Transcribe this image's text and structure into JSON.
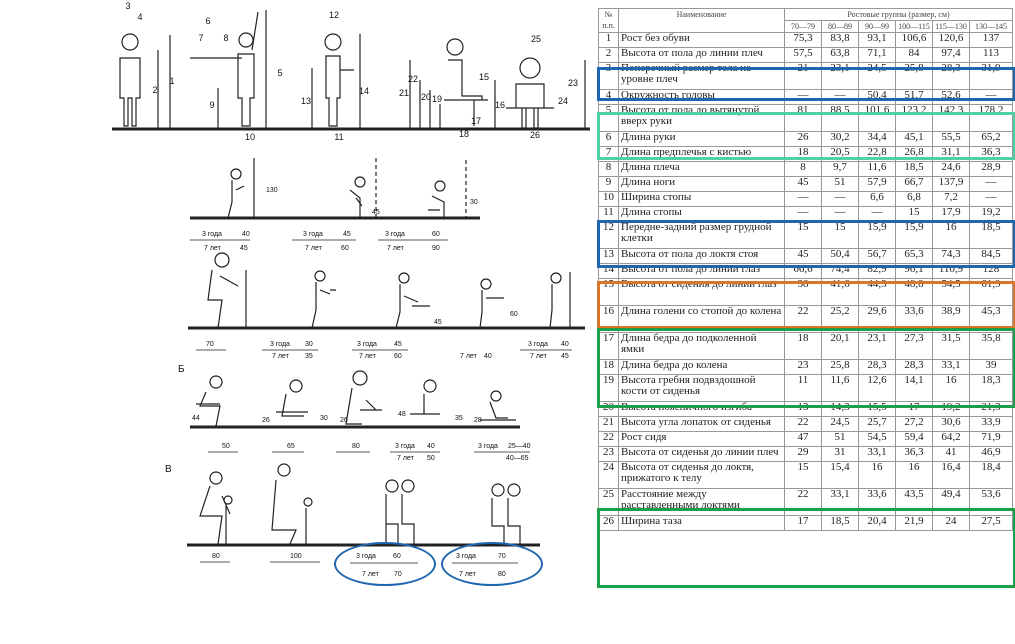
{
  "table": {
    "head_no": "№ п.п.",
    "head_name": "Наименование",
    "head_group": "Ростовые группы (размер, см)",
    "groups": [
      "70—79",
      "80—89",
      "90—99",
      "100—115",
      "115—130",
      "130—145"
    ],
    "rows": [
      {
        "n": "1",
        "name": "Рост без обуви",
        "v": [
          "75,3",
          "83,8",
          "93,1",
          "106,6",
          "120,6",
          "137"
        ]
      },
      {
        "n": "2",
        "name": "Высота от пола до линии плеч",
        "v": [
          "57,5",
          "63,8",
          "71,1",
          "84",
          "97,4",
          "113"
        ]
      },
      {
        "n": "3",
        "name": "Поперечный размер тела на уровне плеч",
        "v": [
          "21",
          "23,1",
          "24,5",
          "25,8",
          "28,3",
          "31,9"
        ]
      },
      {
        "n": "4",
        "name": "Окружность головы",
        "v": [
          "—",
          "—",
          "50,4",
          "51,7",
          "52,6",
          "—"
        ]
      },
      {
        "n": "5",
        "name": "Высота от пола до вытянутой вверх руки",
        "v": [
          "81",
          "88,5",
          "101,6",
          "123,2",
          "142,3",
          "178,2"
        ]
      },
      {
        "n": "6",
        "name": "Длина руки",
        "v": [
          "26",
          "30,2",
          "34,4",
          "45,1",
          "55,5",
          "65,2"
        ]
      },
      {
        "n": "7",
        "name": "Длина предплечья с кистью",
        "v": [
          "18",
          "20,5",
          "22,8",
          "26,8",
          "31,1",
          "36,3"
        ]
      },
      {
        "n": "8",
        "name": "Длина плеча",
        "v": [
          "8",
          "9,7",
          "11,6",
          "18,5",
          "24,6",
          "28,9"
        ]
      },
      {
        "n": "9",
        "name": "Длина ноги",
        "v": [
          "45",
          "51",
          "57,9",
          "66,7",
          "137,9",
          "—"
        ]
      },
      {
        "n": "10",
        "name": "Ширина стопы",
        "v": [
          "—",
          "—",
          "6,6",
          "6,8",
          "7,2",
          "—"
        ]
      },
      {
        "n": "11",
        "name": "Длина стопы",
        "v": [
          "—",
          "—",
          "—",
          "15",
          "17,9",
          "19,2"
        ]
      },
      {
        "n": "12",
        "name": "Передне-задний размер грудной клетки",
        "v": [
          "15",
          "15",
          "15,9",
          "15,9",
          "16",
          "18,5"
        ]
      },
      {
        "n": "13",
        "name": "Высота от пола до локтя стоя",
        "v": [
          "45",
          "50,4",
          "56,7",
          "65,3",
          "74,3",
          "84,5"
        ]
      },
      {
        "n": "14",
        "name": "Высота от пола до линии глаз",
        "v": [
          "66,6",
          "74,4",
          "82,9",
          "96,1",
          "110,9",
          "128"
        ]
      },
      {
        "n": "15",
        "name": "Высота от сидения до линии глаз",
        "v": [
          "38",
          "41,6",
          "44,3",
          "48,8",
          "54,5",
          "61,9"
        ]
      },
      {
        "n": "16",
        "name": "Длина голени со стопой до колена",
        "v": [
          "22",
          "25,2",
          "29,6",
          "33,6",
          "38,9",
          "45,3"
        ]
      },
      {
        "n": "17",
        "name": "Длина бедра до подколенной ямки",
        "v": [
          "18",
          "20,1",
          "23,1",
          "27,3",
          "31,5",
          "35,8"
        ]
      },
      {
        "n": "18",
        "name": "Длина бедра до колена",
        "v": [
          "23",
          "25,8",
          "28,3",
          "28,3",
          "33,1",
          "39"
        ]
      },
      {
        "n": "19",
        "name": "Высота гребня подвздошной кости от сиденья",
        "v": [
          "11",
          "11,6",
          "12,6",
          "14,1",
          "16",
          "18,3"
        ]
      },
      {
        "n": "20",
        "name": "Высота поясничного изгиба",
        "v": [
          "13",
          "14,3",
          "15,5",
          "17",
          "19,2",
          "21,3"
        ]
      },
      {
        "n": "21",
        "name": "Высота угла лопаток от сиденья",
        "v": [
          "22",
          "24,5",
          "25,7",
          "27,2",
          "30,6",
          "33,9"
        ]
      },
      {
        "n": "22",
        "name": "Рост сидя",
        "v": [
          "47",
          "51",
          "54,5",
          "59,4",
          "64,2",
          "71,9"
        ]
      },
      {
        "n": "23",
        "name": "Высота от сиденья до линии плеч",
        "v": [
          "29",
          "31",
          "33,1",
          "36,3",
          "41",
          "46,9"
        ]
      },
      {
        "n": "24",
        "name": "Высота от сиденья до локтя, прижатого к телу",
        "v": [
          "15",
          "15,4",
          "16",
          "16",
          "16,4",
          "18,4"
        ]
      },
      {
        "n": "25",
        "name": "Расстояние между расставленными локтями",
        "v": [
          "22",
          "33,1",
          "33,6",
          "43,5",
          "49,4",
          "53,6"
        ]
      },
      {
        "n": "26",
        "name": "Ширина таза",
        "v": [
          "17",
          "18,5",
          "20,4",
          "21,9",
          "24",
          "27,5"
        ]
      }
    ]
  },
  "figures": {
    "top_numbers": [
      "3",
      "4",
      "6",
      "7",
      "8",
      "5",
      "1",
      "2",
      "9",
      "10",
      "11",
      "12",
      "13",
      "14",
      "15",
      "16",
      "17",
      "18",
      "19",
      "20",
      "21",
      "22",
      "23",
      "24",
      "25",
      "26"
    ],
    "row2": {
      "labels": [
        "130",
        "45",
        "30"
      ],
      "dims": [
        {
          "t": "3 года",
          "b": "7 лет",
          "a": "40",
          "c": "45"
        },
        {
          "t": "3 года",
          "b": "7 лет",
          "a": "45",
          "c": "60"
        },
        {
          "t": "3 года",
          "b": "7 лет",
          "a": "60",
          "c": "90"
        }
      ]
    },
    "row3": {
      "labels": [
        "45",
        "60"
      ],
      "dims": [
        {
          "a": "70"
        },
        {
          "t": "3 года",
          "b": "7 лет",
          "a": "30",
          "c": "35"
        },
        {
          "t": "3 года",
          "b": "7 лет",
          "a": "45",
          "c": "60"
        },
        {
          "b": "7 лет",
          "c": "40"
        },
        {
          "t": "3 года",
          "b": "7 лет",
          "a": "40",
          "c": "45"
        }
      ]
    },
    "row4": {
      "letter": "Б",
      "labels": [
        "44",
        "26",
        "30",
        "26",
        "48",
        "35",
        "28"
      ],
      "dims": [
        {
          "a": "50"
        },
        {
          "a": "65"
        },
        {
          "a": "80"
        },
        {
          "t": "3 года",
          "b": "7 лет",
          "a": "40",
          "c": "50"
        },
        {
          "t": "3 года",
          "b": "40—65",
          "a": "25—40"
        }
      ]
    },
    "row5": {
      "letter": "В",
      "dims": [
        {
          "a": "80"
        },
        {
          "a": "100"
        },
        {
          "t": "3 года",
          "b": "7 лет",
          "a": "60",
          "c": "70"
        },
        {
          "t": "3 года",
          "b": "7 лет",
          "a": "70",
          "c": "80"
        }
      ]
    }
  },
  "colors": {
    "blue": "#1f66b0",
    "teal": "#4fd1a8",
    "orange": "#d9762a",
    "green": "#1f9e4a"
  }
}
